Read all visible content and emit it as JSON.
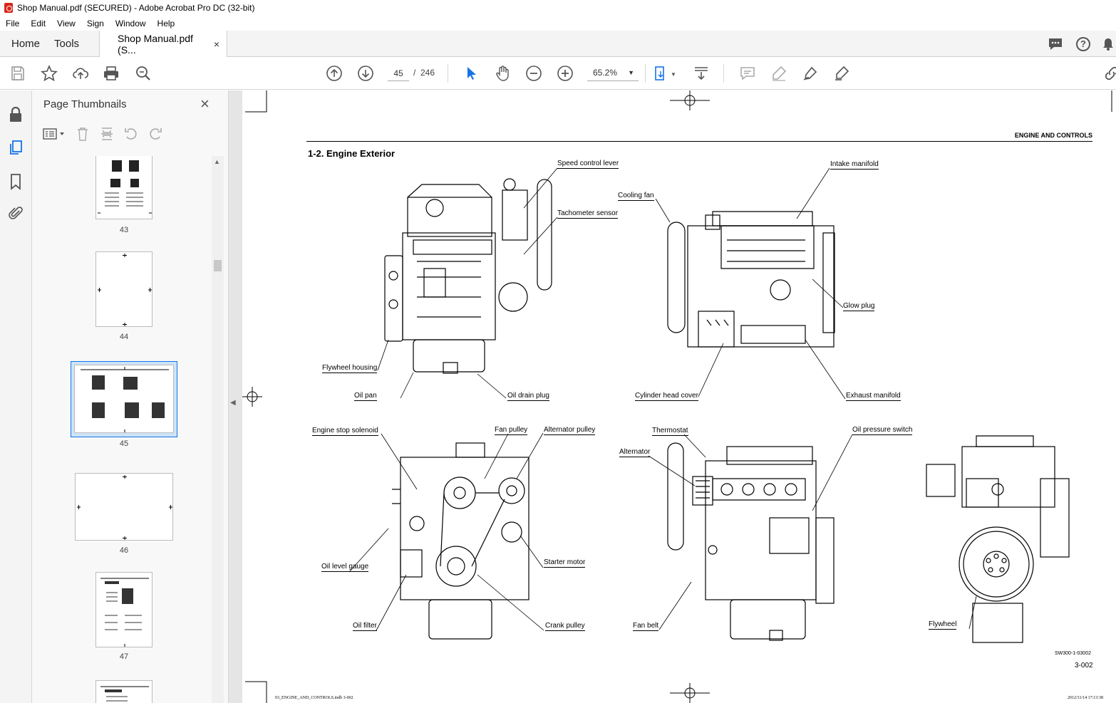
{
  "window": {
    "title": "Shop Manual.pdf (SECURED) - Adobe Acrobat Pro DC (32-bit)"
  },
  "menu": [
    "File",
    "Edit",
    "View",
    "Sign",
    "Window",
    "Help"
  ],
  "tabs": {
    "home": "Home",
    "tools": "Tools",
    "doc": "Shop Manual.pdf (S...",
    "close": "×"
  },
  "toolbar": {
    "page_current": "45",
    "page_sep": "/",
    "page_total": "246",
    "zoom": "65.2%"
  },
  "panel": {
    "title": "Page Thumbnails",
    "close": "×",
    "thumbnails": [
      {
        "label": "43",
        "selected": false
      },
      {
        "label": "44",
        "selected": false
      },
      {
        "label": "45",
        "selected": true
      },
      {
        "label": "46",
        "selected": false
      },
      {
        "label": "47",
        "selected": false
      }
    ]
  },
  "document": {
    "header": "ENGINE AND CONTROLS",
    "section_title": "1-2. Engine Exterior",
    "labels": {
      "speed_control_lever": "Speed control lever",
      "tachometer_sensor": "Tachometer sensor",
      "flywheel_housing": "Flywheel housing",
      "oil_pan": "Oil pan",
      "oil_drain_plug": "Oil drain plug",
      "cooling_fan": "Cooling fan",
      "intake_manifold": "Intake manifold",
      "glow_plug": "Glow plug",
      "cylinder_head_cover": "Cylinder head cover",
      "exhaust_manifold": "Exhaust manifold",
      "engine_stop_solenoid": "Engine stop solenoid",
      "fan_pulley": "Fan pulley",
      "alternator_pulley": "Alternator pulley",
      "oil_level_gauge": "Oil level gauge",
      "starter_motor": "Starter motor",
      "oil_filter": "Oil filter",
      "crank_pulley": "Crank pulley",
      "thermostat": "Thermostat",
      "alternator": "Alternator",
      "oil_pressure_switch": "Oil pressure switch",
      "fan_belt": "Fan belt",
      "flywheel": "Flywheel"
    },
    "figure_code": "SW300-1-03002",
    "page_number": "3-002",
    "footer_left": "03_ENGINE_AND_CONTROLS.indb   3-002",
    "footer_right": "2012/11/14   17:13:38"
  },
  "colors": {
    "accent": "#1473e6",
    "selected_border": "#1473e6",
    "selected_bg": "#cde3f7"
  }
}
